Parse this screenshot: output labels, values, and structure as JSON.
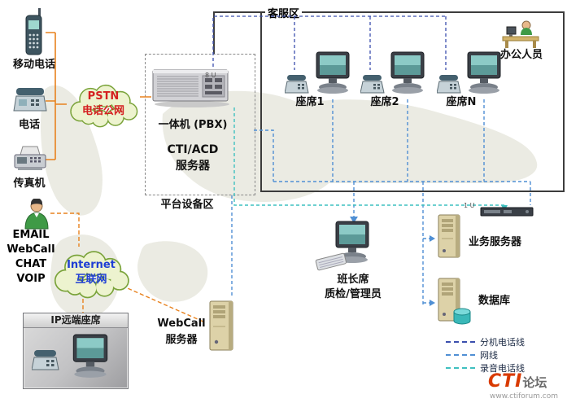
{
  "left_panel": {
    "mobile_label": "移动电话",
    "phone_label": "电话",
    "fax_label": "传真机",
    "channels": [
      "EMAIL",
      "WebCall",
      "CHAT",
      "VOIP"
    ],
    "ip_remote_label": "IP远端座席"
  },
  "clouds": {
    "pstn": {
      "line1": "PSTN",
      "line2": "电话公网"
    },
    "internet": {
      "line1": "Internet",
      "line2": "互联网"
    }
  },
  "platform": {
    "rack_unit": "8 U",
    "pbx_label": "一体机 (PBX)",
    "cti_line1": "CTI/ACD",
    "cti_line2": "服务器",
    "area_label": "平台设备区"
  },
  "service_area": {
    "label": "客服区",
    "agents": [
      "座席1",
      "座席2",
      "座席N"
    ],
    "office_label": "办公人员"
  },
  "supervisor": {
    "line1": "班长席",
    "line2": "质检/管理员"
  },
  "right_servers": {
    "rack_unit": "1 U",
    "business_label": "业务服务器",
    "database_label": "数据库"
  },
  "webcall": {
    "line1": "WebCall",
    "line2": "服务器"
  },
  "legend": [
    {
      "label": "分机电话线",
      "color": "#3b4fae",
      "style": "dashed"
    },
    {
      "label": "网线",
      "color": "#4f8fd4",
      "style": "dashed"
    },
    {
      "label": "录音电话线",
      "color": "#3fc0c0",
      "style": "dashed"
    }
  ],
  "footer": {
    "logo_cti": "CTI",
    "logo_forum": "论坛",
    "url": "www.ctiforum.com"
  },
  "colors": {
    "pstn_phone_line": "#e8821e",
    "extension_line": "#3b4fae",
    "network_line": "#4f8fd4",
    "recording_line": "#3fc0c0",
    "cloud_fill": "#edf3cf",
    "cloud_stroke": "#7aa33a"
  }
}
